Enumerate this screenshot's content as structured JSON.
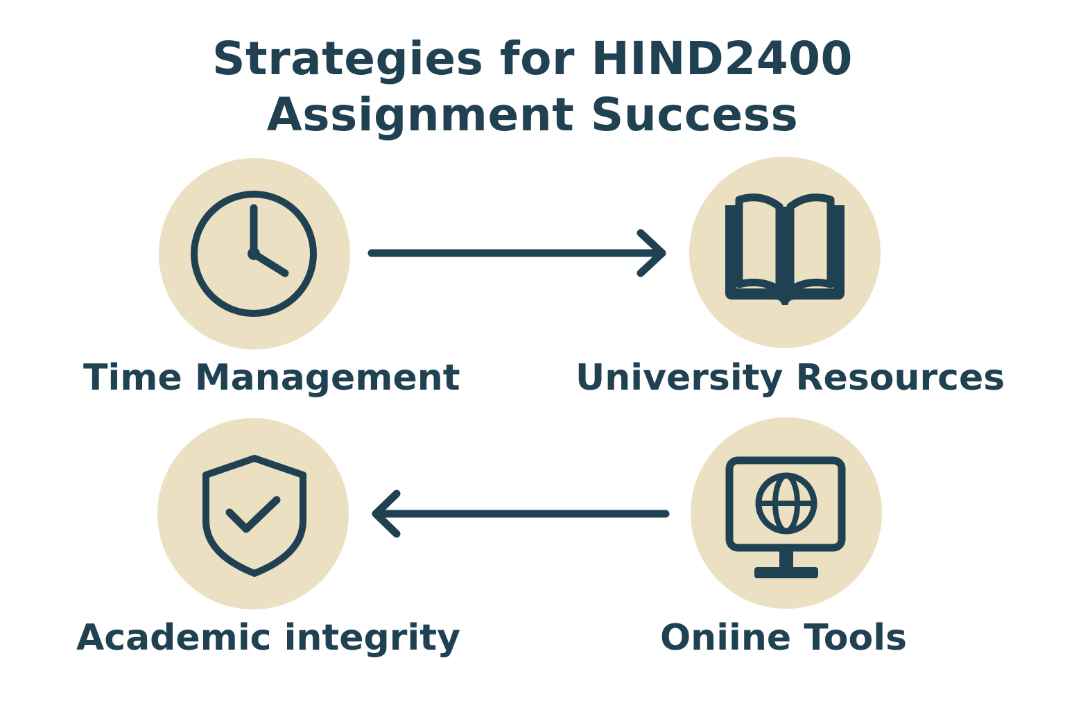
{
  "title": {
    "line1": "Strategies for HIND2400",
    "line2": "Assignment Success"
  },
  "nodes": [
    {
      "id": "time-management",
      "label": "Time Management",
      "icon": "clock-icon"
    },
    {
      "id": "university-resources",
      "label": "University Resources",
      "icon": "open-book-icon"
    },
    {
      "id": "academic-integrity",
      "label": "Academic integrity",
      "icon": "shield-check-icon"
    },
    {
      "id": "online-tools",
      "label": "Oniine Tools",
      "icon": "monitor-globe-icon"
    }
  ],
  "edges": [
    {
      "from": "time-management",
      "to": "university-resources",
      "direction": "right"
    },
    {
      "from": "online-tools",
      "to": "academic-integrity",
      "direction": "left"
    }
  ],
  "colors": {
    "ink": "#1f4152",
    "circle_fill": "#ece0c3",
    "background": "#ffffff"
  }
}
